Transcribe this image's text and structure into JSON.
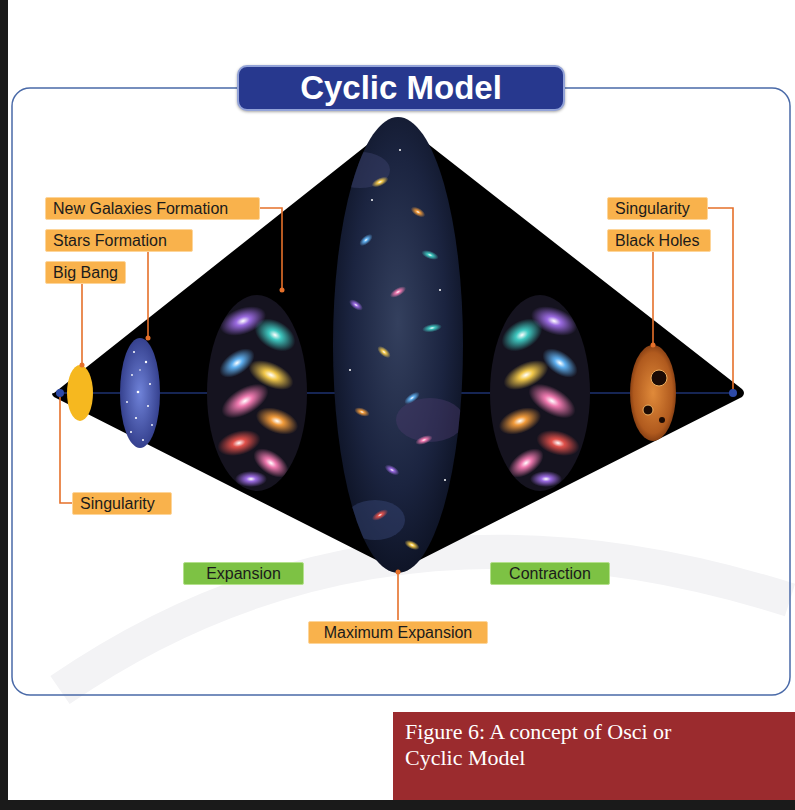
{
  "diagram": {
    "title": "Cyclic Model",
    "caption": "Figure 6: A concept of Osci or Cyclic Model",
    "nodes": [
      {
        "text": [
          "New Galaxies Formation"
        ]
      },
      {
        "text": [
          "Singularity"
        ]
      },
      {
        "text": [
          "Stars Formation"
        ]
      },
      {
        "text": [
          "Black Holes"
        ]
      },
      {
        "text": [
          "Big Bang"
        ]
      },
      {
        "text": [
          "Singularity"
        ]
      },
      {
        "text": [
          "Expansion"
        ]
      },
      {
        "text": [
          "Contraction"
        ]
      },
      {
        "text": [
          "Maximum Expansion"
        ]
      }
    ]
  }
}
